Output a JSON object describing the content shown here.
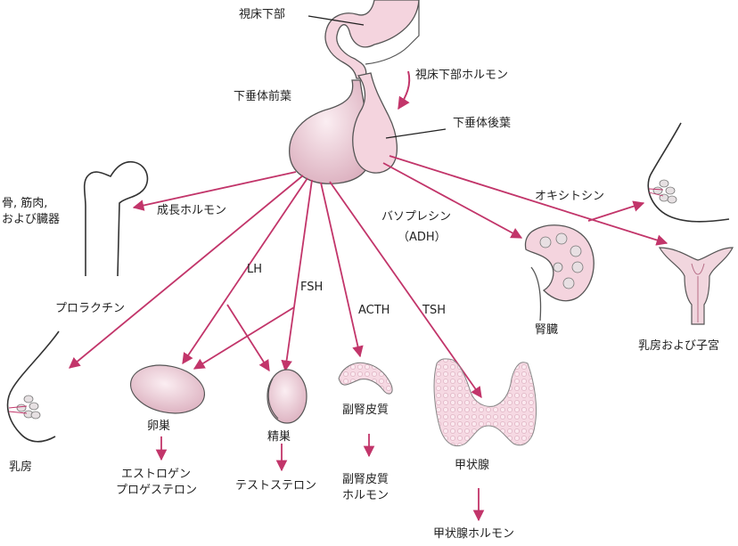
{
  "colors": {
    "accent": "#c2356a",
    "tissue": "#f4d4de",
    "gland": "#e8c4cf"
  },
  "labels": {
    "hypothalamus": "視床下部",
    "hypothalamic_hormone": "視床下部ホルモン",
    "anterior_pituitary": "下垂体前葉",
    "posterior_pituitary": "下垂体後葉",
    "bone_muscle_line1": "骨, 筋肉,",
    "bone_muscle_line2": "および臓器",
    "growth_hormone": "成長ホルモン",
    "oxytocin": "オキシトシン",
    "vasopressin_line1": "バソプレシン",
    "vasopressin_line2": "（ADH）",
    "kidney": "腎臓",
    "breast_uterus": "乳房および子宮",
    "prolactin": "プロラクチン",
    "lh": "LH",
    "fsh": "FSH",
    "acth": "ACTH",
    "tsh": "TSH",
    "ovary": "卵巣",
    "testis": "精巣",
    "adrenal_cortex": "副腎皮質",
    "thyroid": "甲状腺",
    "breast": "乳房",
    "estrogen": "エストロゲン",
    "progesterone": "プロゲステロン",
    "testosterone": "テストステロン",
    "adrenal_hormone_line1": "副腎皮質",
    "adrenal_hormone_line2": "ホルモン",
    "thyroid_hormone": "甲状腺ホルモン"
  }
}
